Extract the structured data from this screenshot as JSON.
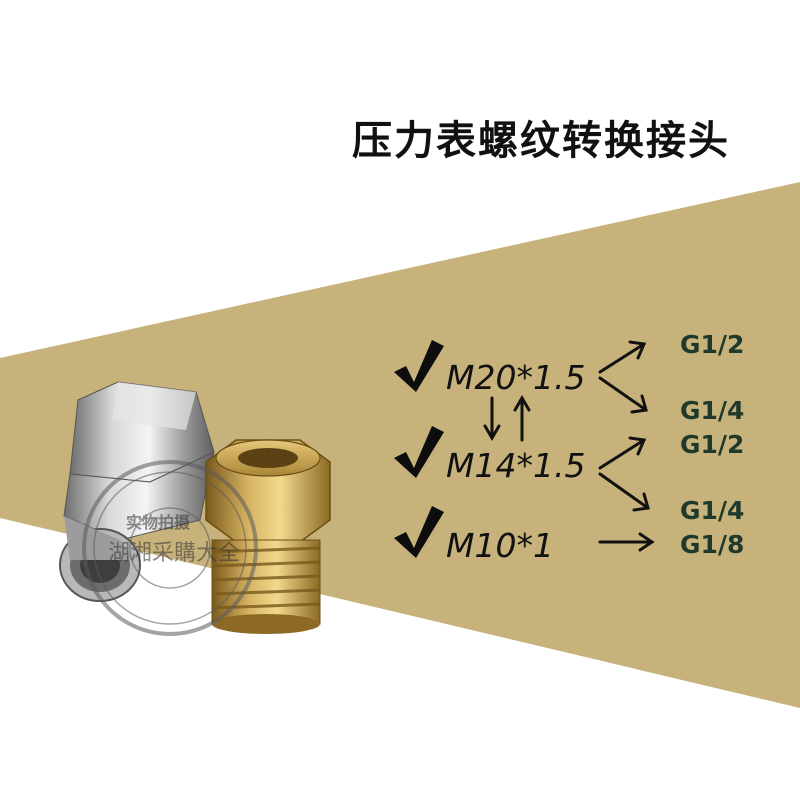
{
  "title": "压力表螺纹转换接头",
  "specs": [
    {
      "check": "✔",
      "thread": "M20*1.5"
    },
    {
      "check": "✔",
      "thread": "M14*1.5"
    },
    {
      "check": "✔",
      "thread": "M10*1"
    }
  ],
  "outputs": [
    "G1/2",
    "G1/4",
    "G1/2",
    "G1/4",
    "G1/8"
  ],
  "watermark": "实物拍摄 · 湖湘采購大全",
  "colors": {
    "background": "#ffffff",
    "band": "#c7b27b",
    "output_text": "#1f3a2a",
    "text": "#111111"
  }
}
